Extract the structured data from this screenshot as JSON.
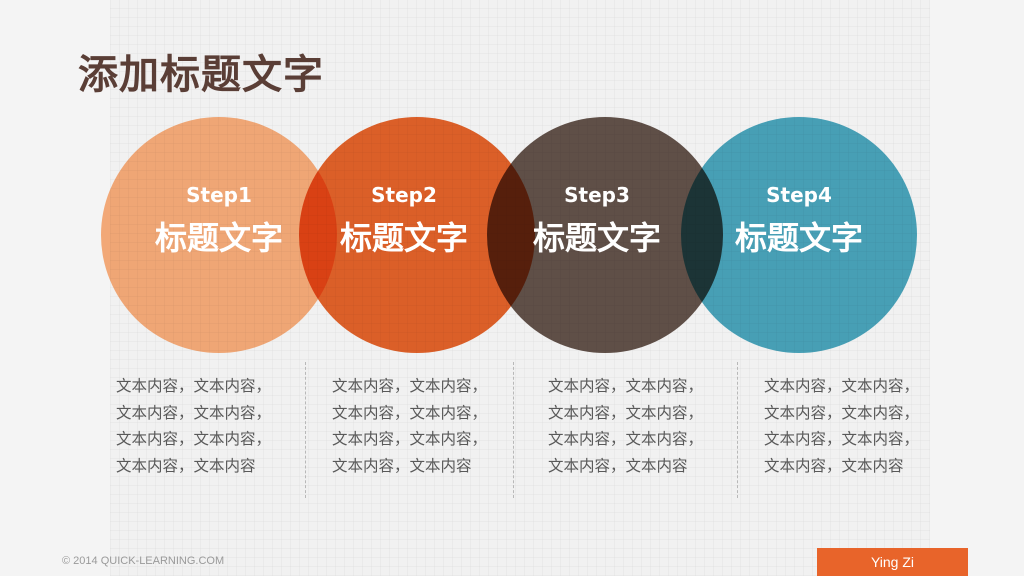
{
  "title": "添加标题文字",
  "steps": [
    {
      "label": "Step1",
      "title": "标题文字",
      "color": "#fdb07c",
      "desc": [
        "文本内容，文本内容，",
        "文本内容，文本内容，",
        "文本内容，文本内容，",
        "文本内容，文本内容"
      ]
    },
    {
      "label": "Step2",
      "title": "标题文字",
      "color": "#e8642a",
      "desc": [
        "文本内容，文本内容，",
        "文本内容，文本内容，",
        "文本内容，文本内容，",
        "文本内容，文本内容"
      ]
    },
    {
      "label": "Step3",
      "title": "标题文字",
      "color": "#64534b",
      "desc": [
        "文本内容，文本内容，",
        "文本内容，文本内容，",
        "文本内容，文本内容，",
        "文本内容，文本内容"
      ]
    },
    {
      "label": "Step4",
      "title": "标题文字",
      "color": "#4ba8c0",
      "desc": [
        "文本内容，文本内容，",
        "文本内容，文本内容，",
        "文本内容，文本内容，",
        "文本内容，文本内容"
      ]
    }
  ],
  "footer": {
    "copyright": "© 2014 QUICK-LEARNING.COM",
    "author": "Ying Zi",
    "author_bg": "#e8642a"
  }
}
